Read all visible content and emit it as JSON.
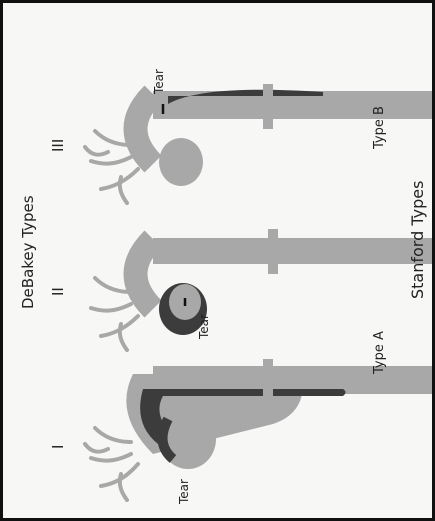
{
  "debakey": {
    "heading": "DeBakey Types",
    "types": [
      "I",
      "II",
      "III"
    ]
  },
  "stanford": {
    "heading": "Stanford Types",
    "type_a": "Type A",
    "type_b": "Type B"
  },
  "tear_label": "Tear",
  "colors": {
    "aorta": "#a8a8a8",
    "dissection": "#3c3c3c",
    "background": "#f7f7f5",
    "text": "#222222"
  }
}
